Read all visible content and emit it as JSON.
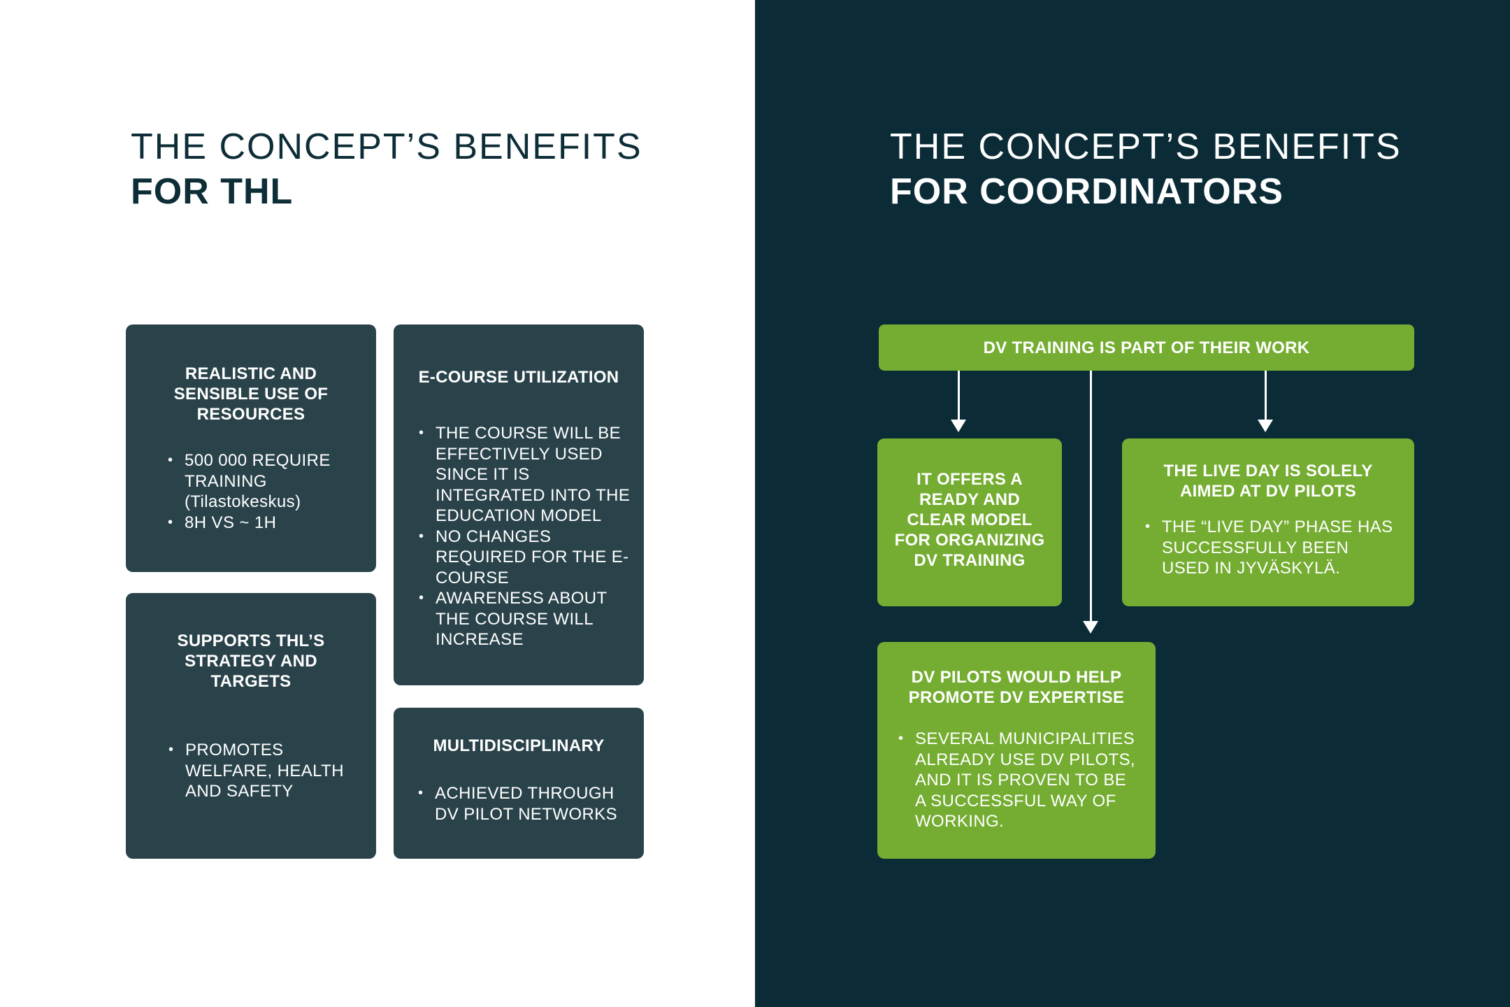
{
  "thl": {
    "heading_light": "THE CONCEPT’S BENEFITS",
    "heading_bold": "FOR THL",
    "cards": [
      {
        "title": "REALISTIC AND SENSIBLE USE OF RESOURCES",
        "bullets": [
          "500 000 REQUIRE TRAINING (Tilastokeskus)",
          "8H VS ~ 1H"
        ]
      },
      {
        "title": "E-COURSE UTILIZATION",
        "bullets": [
          "THE COURSE WILL BE EFFECTIVELY USED SINCE IT IS INTEGRATED INTO THE EDUCATION MODEL",
          "NO CHANGES REQUIRED FOR THE E-COURSE",
          "AWARENESS ABOUT THE COURSE WILL INCREASE"
        ]
      },
      {
        "title": "SUPPORTS THL’S STRATEGY AND TARGETS",
        "bullets": [
          "PROMOTES WELFARE, HEALTH AND SAFETY"
        ]
      },
      {
        "title": "MULTIDISCIPLINARY",
        "bullets": [
          "ACHIEVED THROUGH DV PILOT NETWORKS"
        ]
      }
    ]
  },
  "coordinators": {
    "heading_light": "THE CONCEPT’S BENEFITS",
    "heading_bold": "FOR COORDINATORS",
    "top_bar": "DV TRAINING IS PART OF THEIR WORK",
    "model_box": {
      "title": "IT OFFERS A READY AND CLEAR MODEL FOR ORGANIZING DV TRAINING"
    },
    "live_day_box": {
      "title": "THE LIVE DAY IS SOLELY AIMED AT DV PILOTS",
      "bullets": [
        "THE “LIVE DAY” PHASE HAS SUCCESSFULLY BEEN USED IN JYVÄSKYLÄ."
      ]
    },
    "pilots_box": {
      "title": "DV PILOTS WOULD HELP PROMOTE DV EXPERTISE",
      "bullets": [
        "SEVERAL MUNICIPALITIES ALREADY USE DV PILOTS, AND IT IS PROVEN TO BE A SUCCESSFUL WAY OF WORKING."
      ]
    }
  },
  "colors": {
    "dark_navy": "#0b2c37",
    "card_dark": "#2a434b",
    "green": "#74ad31",
    "white": "#ffffff"
  }
}
